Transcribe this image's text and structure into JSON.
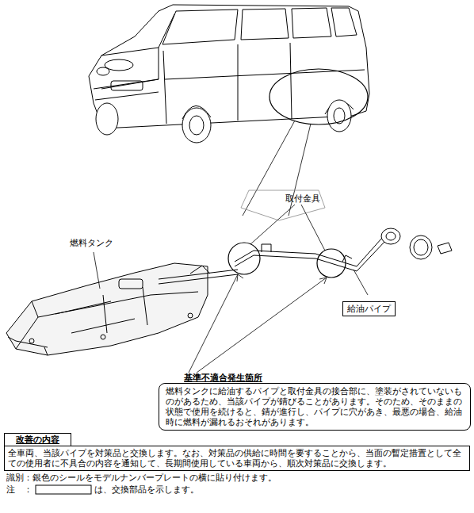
{
  "diagram": {
    "nodes": [
      {
        "text": [
          "給油パイプ"
        ]
      },
      {
        "text": [
          "基準不適合発生箇所",
          "燃料タンクに給油するパイプと取付金具の接合部に、塗装がされていないものがあるため、当該パイプが錆びることがあります。そのため、そのままの状態で使用を続けると、錆が進行し、パイプに穴があき、最悪の場合、給油時に燃料が漏れるおそれがあります。"
        ]
      },
      {
        "text": [
          "改善の内容",
          "全車両、当該パイプを対策品と交換します。なお、対策品の供給に時間を要することから、当面の暫定措置として全ての使用者に不具合の内容を通知して、長期間使用している車両から、順次対策品に交換します。"
        ]
      }
    ],
    "labels": [
      "燃料タンク",
      "取付金具",
      "識別：銀色のシールをモデルナンバープレートの横に貼り付けます。",
      "注　：",
      "は、交換部品を示します。"
    ]
  }
}
